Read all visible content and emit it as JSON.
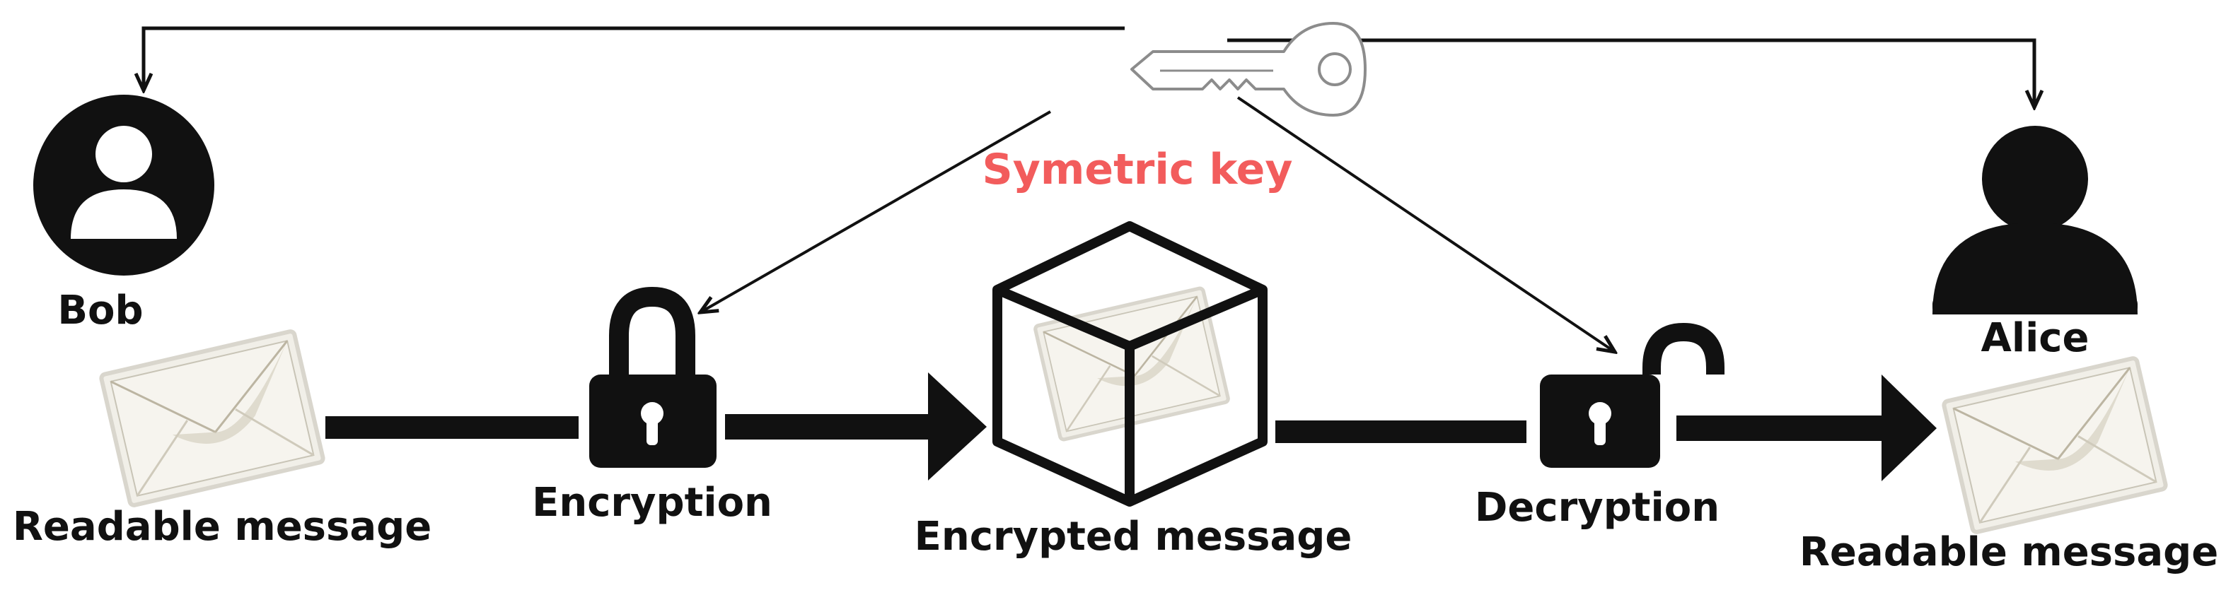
{
  "labels": {
    "key": "Symetric key",
    "bob": "Bob",
    "alice": "Alice",
    "readable_left": "Readable message",
    "encryption": "Encryption",
    "encrypted": "Encrypted message",
    "decryption": "Decryption",
    "readable_right": "Readable message"
  },
  "icons": {
    "key": "key-icon",
    "bob": "user-circle-icon",
    "alice": "user-icon",
    "lock_closed": "lock-closed-icon",
    "lock_open": "lock-open-icon",
    "envelope": "envelope-icon",
    "cube": "cube-icon"
  },
  "colors": {
    "key_label": "#f25c5c",
    "stroke": "#111111",
    "key_outline": "#888888",
    "envelope_fill": "#f1efe8",
    "envelope_shade": "#d6d0c0"
  }
}
